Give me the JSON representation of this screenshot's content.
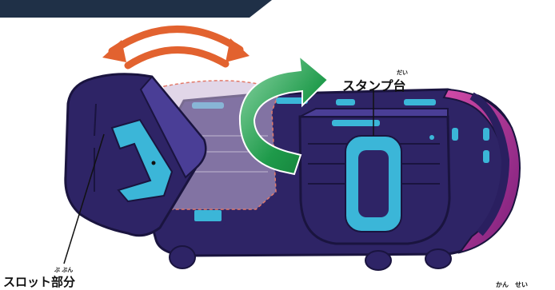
{
  "labels": {
    "stamp_base": "スタンプ台",
    "stamp_base_ruby": "だい",
    "slot_part": "スロット部分",
    "slot_part_ruby": "ぶ ぶん",
    "bottom_right_ruby": "かん　せい"
  },
  "colors": {
    "banner": "#1f3047",
    "device_body": "#2e2466",
    "device_dark": "#1c1648",
    "device_light": "#4a3e96",
    "accent_blue": "#3bb6d8",
    "accent_magenta": "#b0258c",
    "arrow_orange": "#e2622f",
    "arrow_green": "#1e9a4a",
    "card_fill": "#c9b4d6",
    "card_outline": "#e27a6a"
  },
  "icons": {
    "swing_arrow": "double-curved-arrow-icon",
    "rotate_arrow": "rotate-arrow-icon"
  }
}
